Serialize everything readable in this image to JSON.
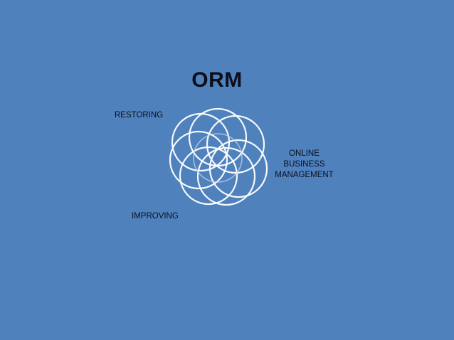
{
  "title": "ORM",
  "labels": {
    "restoring": "RESTORING",
    "online": {
      "line1": "ONLINE",
      "line2": "BUSINESS",
      "line3": "MANAGEMENT"
    },
    "improving": "IMPROVING"
  },
  "colors": {
    "background": "#4f81bd",
    "ring_stroke": "#ffffff",
    "text": "#0c0f1a"
  }
}
